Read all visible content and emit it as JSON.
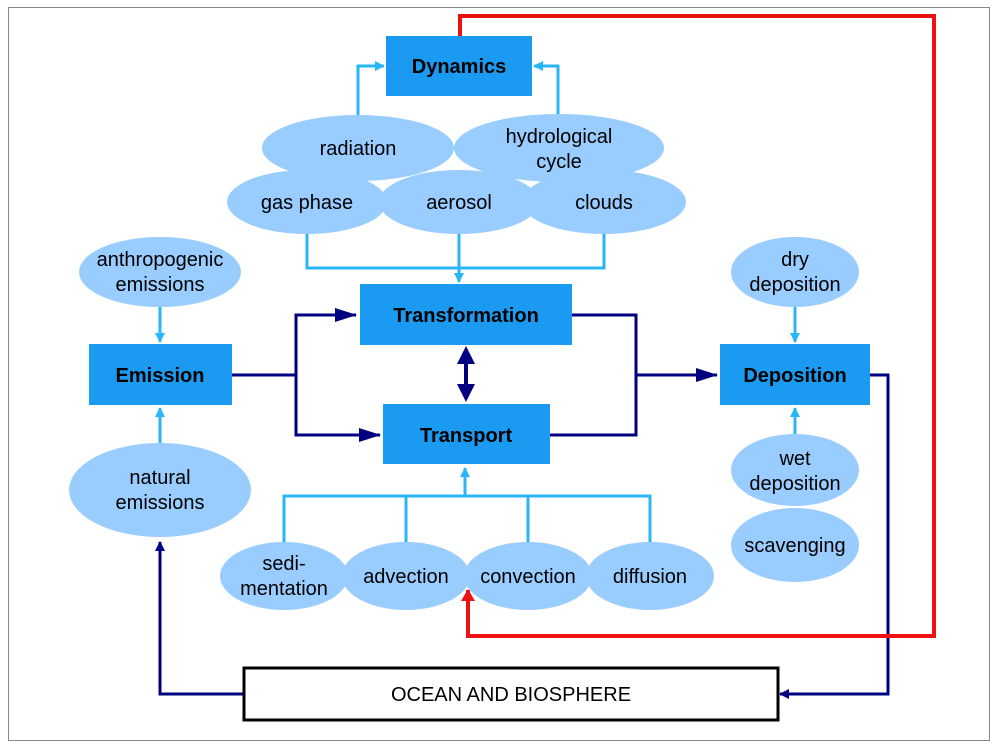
{
  "colors": {
    "box": "#1a9af0",
    "ellipse": "#99ccff",
    "light_arrow": "#29b6f6",
    "dark_arrow": "#000080",
    "feedback": "#ee1111"
  },
  "boxes": {
    "dynamics": "Dynamics",
    "transformation": "Transformation",
    "transport": "Transport",
    "emission": "Emission",
    "deposition": "Deposition",
    "ocean": "OCEAN AND BIOSPHERE"
  },
  "ellipses": {
    "radiation": [
      "radiation"
    ],
    "hydrological_cycle": [
      "hydrological",
      "cycle"
    ],
    "gas_phase": [
      "gas phase"
    ],
    "aerosol": [
      "aerosol"
    ],
    "clouds": [
      "clouds"
    ],
    "anthropogenic_emissions": [
      "anthropogenic",
      "emissions"
    ],
    "natural_emissions": [
      "natural",
      "emissions"
    ],
    "dry_deposition": [
      "dry",
      "deposition"
    ],
    "wet_deposition": [
      "wet",
      "deposition"
    ],
    "scavenging": [
      "scavenging"
    ],
    "sedimentation": [
      "sedi-",
      "mentation"
    ],
    "advection": [
      "advection"
    ],
    "convection": [
      "convection"
    ],
    "diffusion": [
      "diffusion"
    ]
  }
}
